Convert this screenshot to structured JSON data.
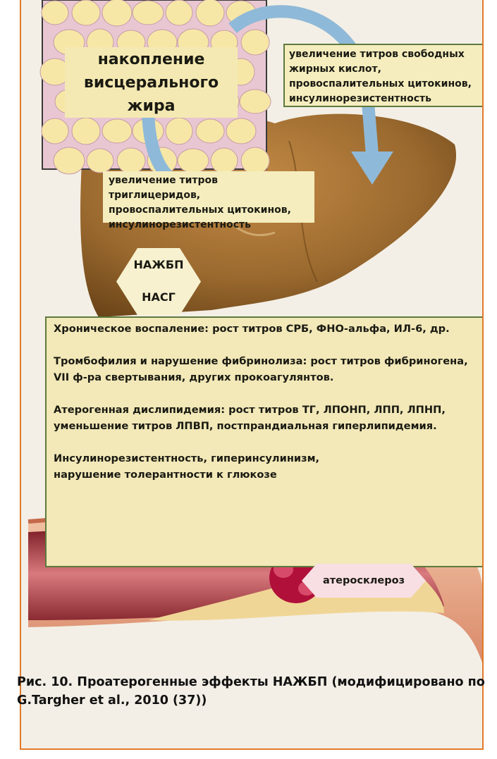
{
  "labels": {
    "fat_accumulation": "накопление висцерального жира",
    "ffa_titers": "увеличение титров свободных жирных кислот, провоспалительных цитокинов, инсулинорезистентность",
    "tg_titers": "увеличение титров триглицеридов, провоспалительных цитокинов, инсулинорезистентность",
    "nafld": "НАЖБП",
    "nash": "НАСГ",
    "atherosclerosis": "атеросклероз"
  },
  "effects": [
    "Хроническое воспаление: рост титров СРБ, ФНО-альфа, ИЛ-6, др.",
    "Тромбофилия и нарушение фибринолиза: рост титров фибриногена, VII ф-ра свертывания, других прокоагулянтов.",
    "Атерогенная дислипидемия: рост титров ТГ, ЛПОНП, ЛПП, ЛПНП, уменьшение титров ЛПВП, постпрандиальная гиперлипидемия.",
    "Инсулинорезистентность, гиперинсулинизм,\nнарушение толерантности к глюкозе"
  ],
  "caption": "Рис. 10. Проатерогенные эффекты НАЖБП (модифицировано по G.Targher et al., 2010 (37))",
  "colors": {
    "frame_border": "#e07a2a",
    "liver": "#9b6a2f",
    "fat_cells": "#f6e7a6",
    "label_bg": "#f5edbe",
    "arrow": "#8fb9d8",
    "plaque": "#b0103a",
    "vessel_wall": "#e9a98a"
  }
}
